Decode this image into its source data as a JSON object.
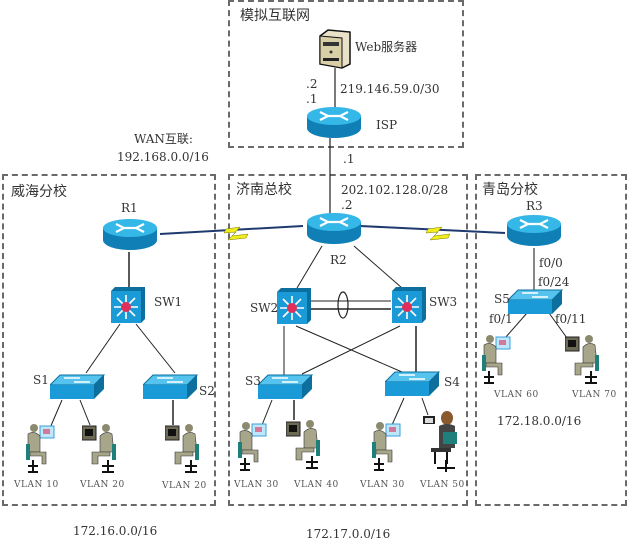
{
  "zones": {
    "internet": {
      "title": "模拟互联网"
    },
    "weihai": {
      "title": "威海分校",
      "subnet": "172.16.0.0/16"
    },
    "jinan": {
      "title": "济南总校",
      "subnet": "172.17.0.0/16"
    },
    "qingdao": {
      "title": "青岛分校",
      "subnet": "172.18.0.0/16"
    }
  },
  "wan": {
    "label": "WAN互联:",
    "subnet": "192.168.0.0/16"
  },
  "internet_link": {
    "subnet": "219.146.59.0/30",
    "server_ip": ".2",
    "isp_ip": ".1"
  },
  "isp_link": {
    "subnet": "202.102.128.0/28",
    "isp_ip": ".1",
    "r2_ip": ".2"
  },
  "devices": {
    "server": "Web服务器",
    "isp": "ISP",
    "r1": "R1",
    "r2": "R2",
    "r3": "R3",
    "sw1": "SW1",
    "sw2": "SW2",
    "sw3": "SW3",
    "s1": "S1",
    "s2": "S2",
    "s3": "S3",
    "s4": "S4",
    "s5": "S5"
  },
  "ports": {
    "r3_port": "f0/0",
    "s5_uplink": "f0/24",
    "s5_port_a": "f0/1",
    "s5_port_b": "f0/11"
  },
  "hosts": {
    "weihai": [
      "VLAN 10",
      "VLAN 20",
      "VLAN 20"
    ],
    "jinan": [
      "VLAN 30",
      "VLAN 40",
      "VLAN 30",
      "VLAN 50"
    ],
    "qingdao": [
      "VLAN 60",
      "VLAN 70"
    ]
  },
  "colors": {
    "device_blue": "#1a9ad6",
    "serial_yellow": "#f2ec1a",
    "link_navy": "#1f3a6e",
    "multilayer_red": "#e0305a"
  }
}
